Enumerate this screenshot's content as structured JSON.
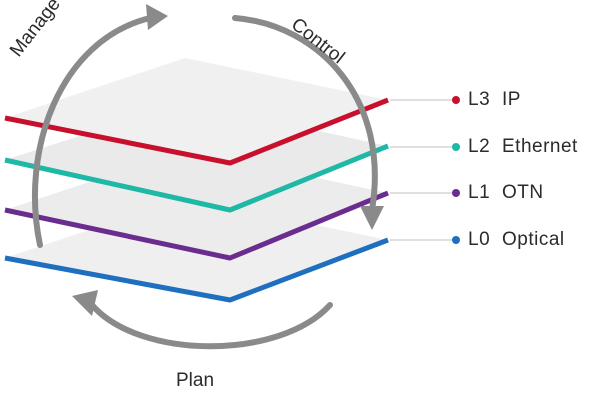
{
  "legend": [
    {
      "code": "L3",
      "name": "IP",
      "color": "#c8102e"
    },
    {
      "code": "L2",
      "name": "Ethernet",
      "color": "#1fb8a6"
    },
    {
      "code": "L1",
      "name": "OTN",
      "color": "#6a2c8e"
    },
    {
      "code": "L0",
      "name": "Optical",
      "color": "#1f6fc1"
    }
  ],
  "cycle": {
    "manage": "Manage",
    "control": "Control",
    "plan": "Plan"
  },
  "colors": {
    "arrow": "#8a8a8a",
    "plane_fill": "#eeeeee",
    "plane_edge": "#f7f7f7",
    "leader_line": "#d5d5d5"
  }
}
